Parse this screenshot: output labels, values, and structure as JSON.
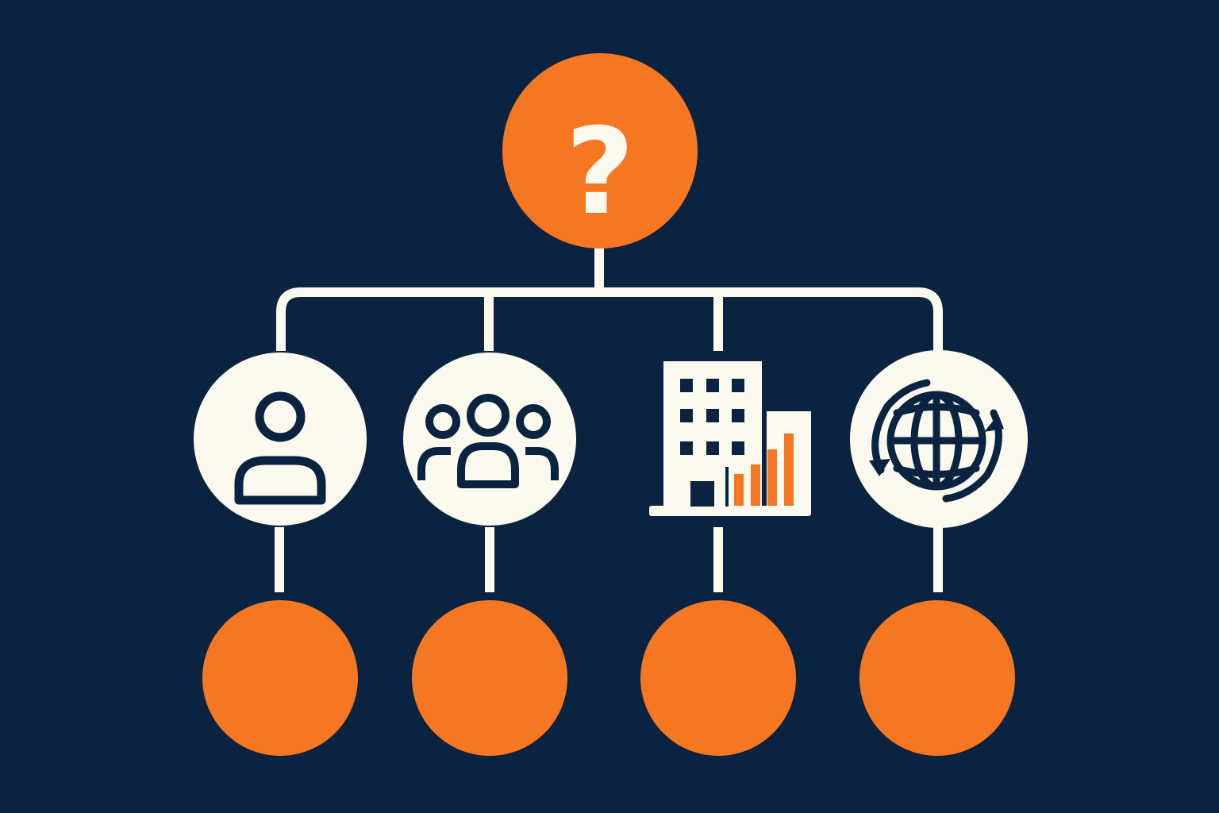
{
  "colors": {
    "background": "#0a2340",
    "accent": "#f57722",
    "cream": "#fcf9ef",
    "ink": "#0a2340"
  },
  "root": {
    "symbol": "?",
    "icon": "question-mark-icon"
  },
  "categories": [
    {
      "id": "individual",
      "icon": "person-icon"
    },
    {
      "id": "group",
      "icon": "group-icon"
    },
    {
      "id": "organization",
      "icon": "building-chart-icon"
    },
    {
      "id": "global",
      "icon": "globe-rotate-icon"
    }
  ],
  "outcomes": [
    {
      "id": "outcome-1",
      "label": ""
    },
    {
      "id": "outcome-2",
      "label": ""
    },
    {
      "id": "outcome-3",
      "label": ""
    },
    {
      "id": "outcome-4",
      "label": ""
    }
  ]
}
